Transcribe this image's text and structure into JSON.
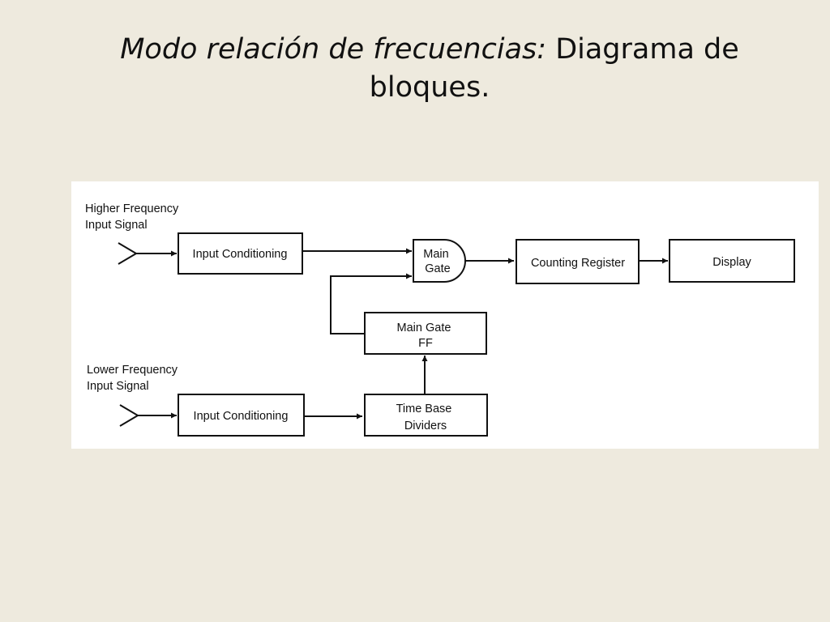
{
  "slide": {
    "title_italic": "Modo relación de frecuencias:",
    "title_rest": " Diagrama de bloques."
  },
  "diagram": {
    "higher_input_label": [
      "Higher Frequency",
      "Input Signal"
    ],
    "lower_input_label": [
      "Lower Frequency",
      "Input Signal"
    ],
    "blocks": {
      "input_conditioning_top": [
        "Input Conditioning"
      ],
      "main_gate": [
        "Main",
        "Gate"
      ],
      "counting_register": [
        "Counting Register"
      ],
      "display": [
        "Display"
      ],
      "main_gate_ff": [
        "Main Gate",
        "FF"
      ],
      "input_conditioning_bottom": [
        "Input Conditioning"
      ],
      "time_base_dividers": [
        "Time Base",
        "Dividers"
      ]
    }
  }
}
